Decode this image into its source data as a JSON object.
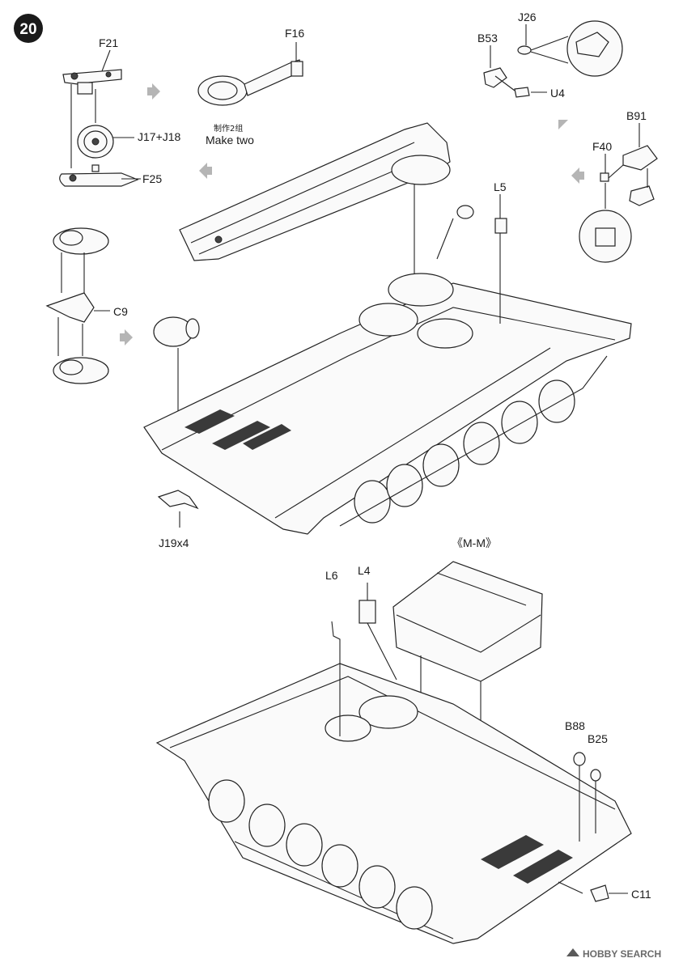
{
  "step": {
    "number": "20",
    "badge_color": "#1a1a1a"
  },
  "labels": {
    "F21": "F21",
    "F16": "F16",
    "J26": "J26",
    "B53": "B53",
    "U4": "U4",
    "J17_J18": "J17+J18",
    "F25": "F25",
    "make_two_cn": "制作2组",
    "make_two_en": "Make two",
    "B91": "B91",
    "F40": "F40",
    "L5": "L5",
    "C9": "C9",
    "J19x4": "J19x4",
    "MM": "《M-M》",
    "L6": "L6",
    "L4": "L4",
    "B88": "B88",
    "B25": "B25",
    "C11": "C11"
  },
  "watermark": {
    "text": "HOBBY SEARCH",
    "icon": "hobby-search-logo-icon"
  },
  "colors": {
    "line": "#222222",
    "arrow": "#b5b5b5",
    "background": "#ffffff"
  }
}
